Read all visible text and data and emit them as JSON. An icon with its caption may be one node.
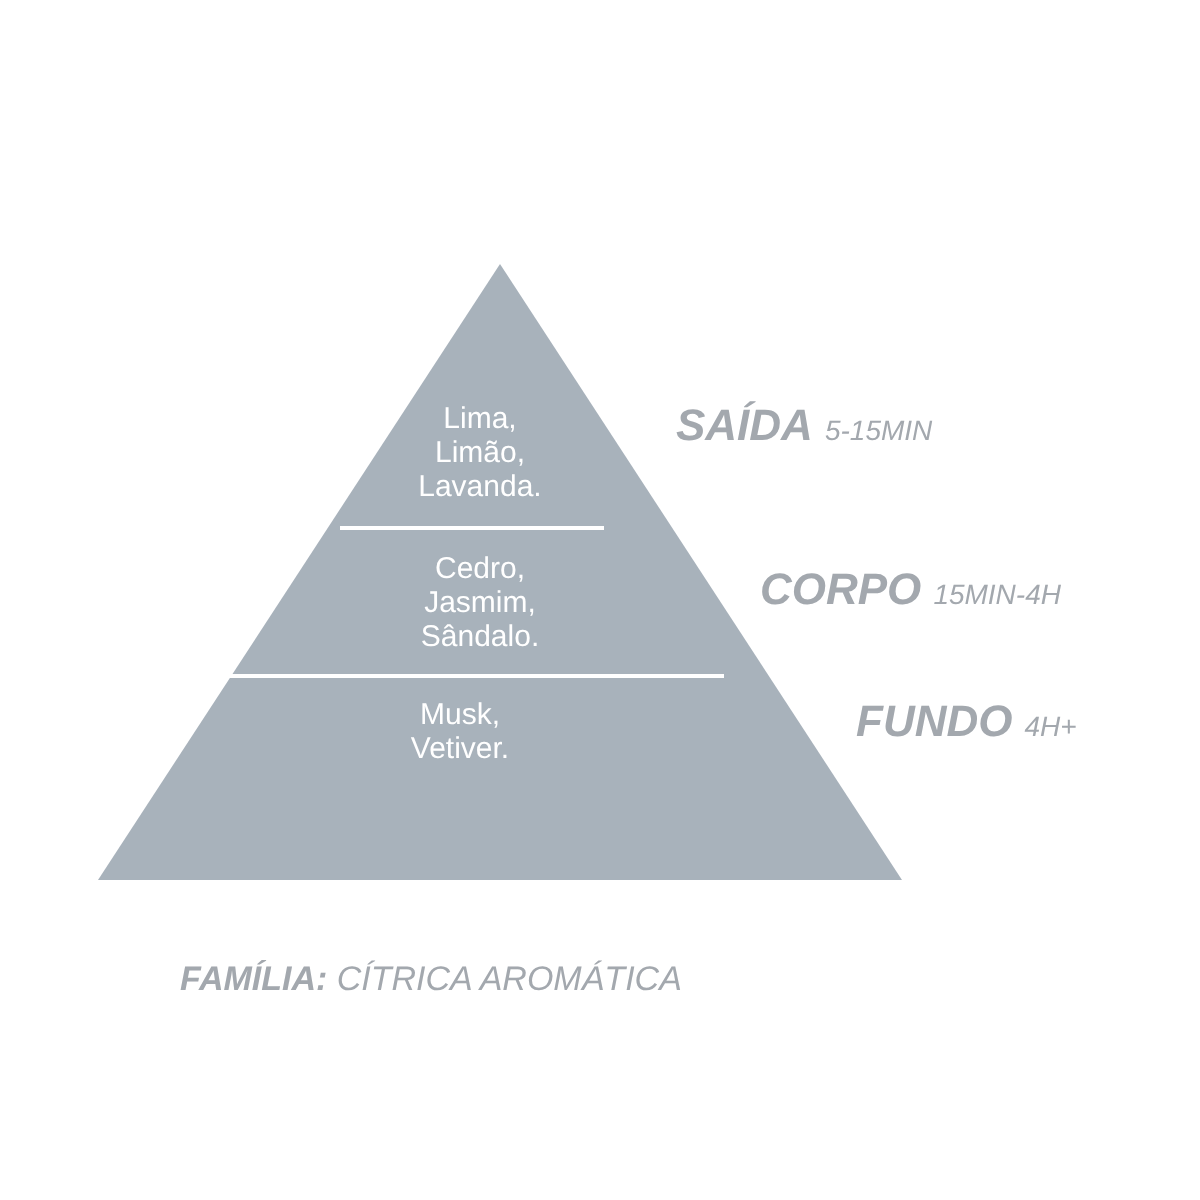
{
  "diagram": {
    "nodes": [
      {
        "text": [
          "Lima, Limão, Lavanda."
        ],
        "beside": [
          "SAÍDA",
          "5-15MIN"
        ]
      },
      {
        "text": [
          "Cedro, Jasmim, Sândalo."
        ],
        "beside": [
          "CORPO",
          "15MIN-4H"
        ]
      },
      {
        "text": [
          "Musk, Vetiver."
        ],
        "beside": [
          "FUNDO",
          "4H+"
        ]
      }
    ],
    "labels": [
      "**FAMÍLIA:** CÍTRICA AROMÁTICA"
    ]
  }
}
